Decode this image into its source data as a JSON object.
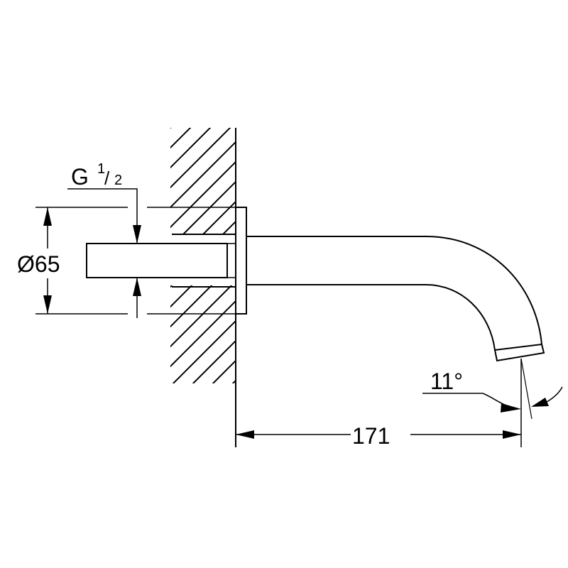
{
  "labels": {
    "thread": "G",
    "thread_num": "1",
    "thread_den": "2",
    "diameter": "Ø65",
    "length": "171",
    "angle": "11°"
  },
  "colors": {
    "line": "#000000",
    "background": "#ffffff"
  }
}
